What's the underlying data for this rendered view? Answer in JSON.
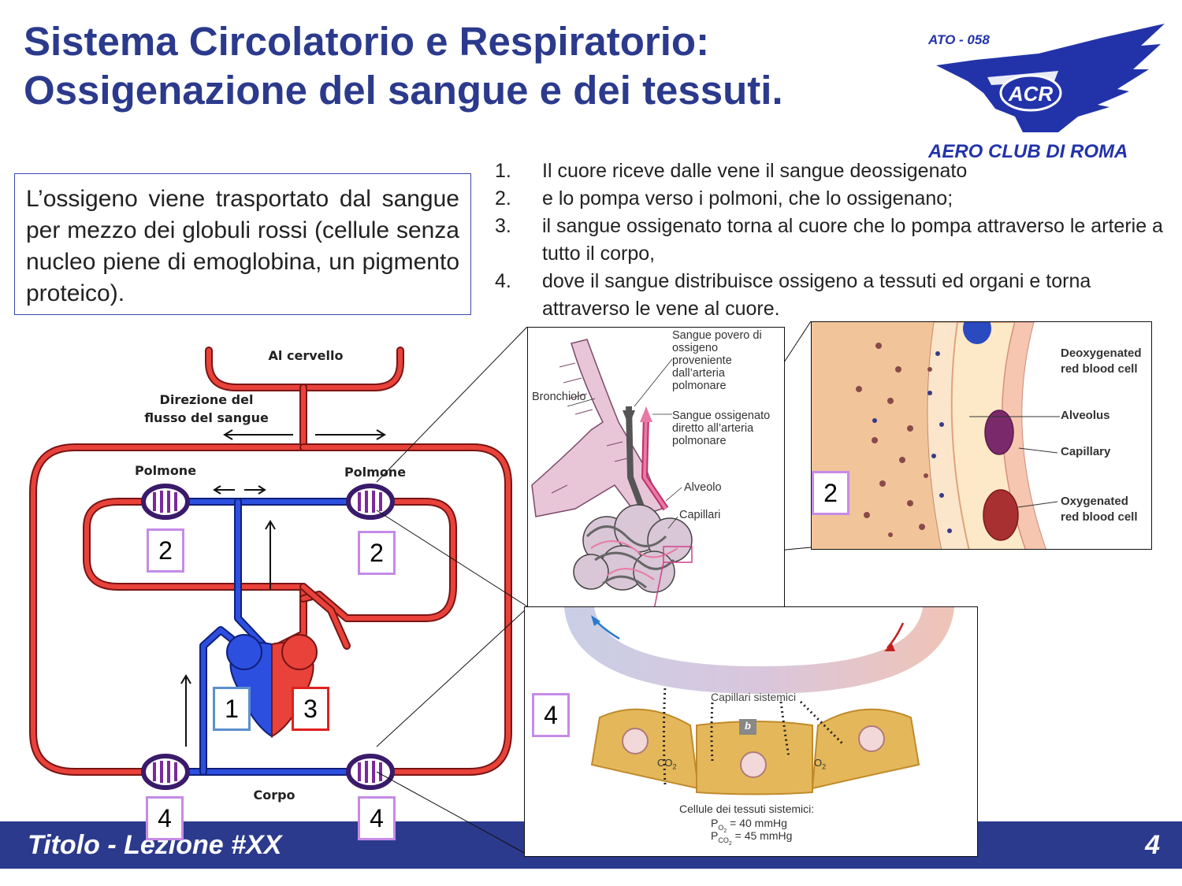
{
  "title_line1": "Sistema Circolatorio e Respiratorio:",
  "title_line2": "Ossigenazione del sangue e dei tessuti.",
  "logo": {
    "code": "ATO - 058",
    "monogram": "ACR",
    "name": "AERO CLUB DI ROMA",
    "color": "#2233aa"
  },
  "intro": "L’ossigeno viene trasportato dal sangue per mezzo dei globuli rossi (cellule senza nucleo piene di emoglobina, un pigmento proteico).",
  "steps": [
    {
      "n": "1.",
      "text": "Il cuore riceve dalle vene il sangue deossigenato"
    },
    {
      "n": "2.",
      "text": "e lo pompa verso i polmoni, che lo ossigenano;"
    },
    {
      "n": "3.",
      "text": "il sangue ossigenato torna al cuore che lo pompa attraverso le arterie a tutto il corpo,"
    },
    {
      "n": "4.",
      "text": "dove il sangue distribuisce ossigeno a  tessuti ed organi e torna attraverso le vene al cuore."
    }
  ],
  "circulation": {
    "brain": "Al cervello",
    "direction_l1": "Direzione del",
    "direction_l2": "flusso del sangue",
    "lung_left": "Polmone",
    "lung_right": "Polmone",
    "body": "Corpo",
    "arterial_color": "#e8423a",
    "venous_color": "#2d4fe0"
  },
  "badges": {
    "b2a": "2",
    "b2b": "2",
    "b1": "1",
    "b3": "3",
    "b4a": "4",
    "b4b": "4",
    "b2c": "2",
    "b4c": "4"
  },
  "lung_panel": {
    "poor_l1": "Sangue povero di",
    "poor_l2": "ossigeno",
    "poor_l3": "proveniente",
    "poor_l4": "dall’arteria",
    "poor_l5": "polmonare",
    "bronchiole": "Bronchiolo",
    "ox_l1": "Sangue ossigenato",
    "ox_l2": "diretto all’arteria",
    "ox_l3": "polmonare",
    "alveolus": "Alveolo",
    "capillaries": "Capillari"
  },
  "alveolus_panel": {
    "deoxy_l1": "Deoxygenated",
    "deoxy_l2": "red blood cell",
    "alveolus": "Alveolus",
    "capillary": "Capillary",
    "oxy_l1": "Oxygenated",
    "oxy_l2": "red blood cell"
  },
  "tissue_panel": {
    "capillaries": "Capillari sistemici",
    "b_tag": "b",
    "co2": "CO",
    "co2_sub": "2",
    "o2": "O",
    "o2_sub": "2",
    "cells": "Cellule dei tessuti sistemici:",
    "po2_p": "P",
    "po2_sub": "O",
    "po2_sub2": "2",
    "po2_val": " = 40 mmHg",
    "pco2_p": "P",
    "pco2_sub": "CO",
    "pco2_sub2": "2",
    "pco2_val": " = 45 mmHg"
  },
  "footer": {
    "title": "Titolo - Lezione #XX",
    "page": "4"
  }
}
